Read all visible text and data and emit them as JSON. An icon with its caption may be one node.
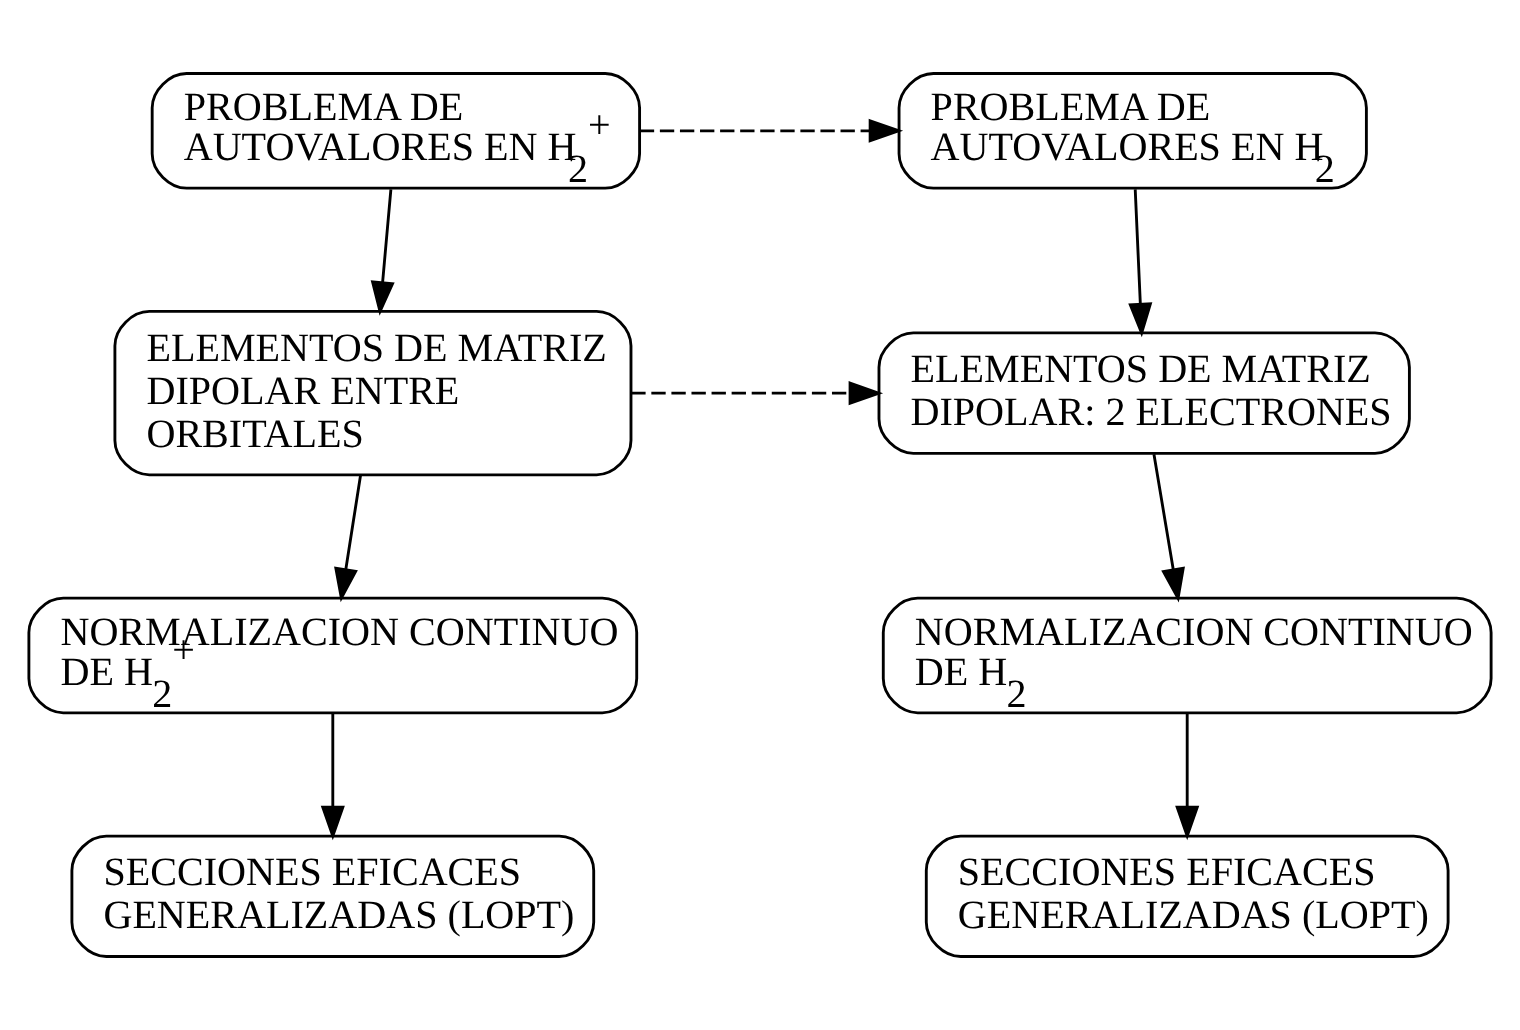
{
  "diagram": {
    "nodes": [
      {
        "text": [
          "PROBLEMA DE AUTOVALORES EN H$_{2}$$^{+}$"
        ]
      },
      {
        "text": [
          "PROBLEMA DE AUTOVALORES EN H$_{2}$"
        ]
      },
      {
        "text": [
          "ELEMENTOS DE MATRIZ DIPOLAR ENTRE ORBITALES"
        ]
      },
      {
        "text": [
          "ELEMENTOS DE MATRIZ DIPOLAR: 2 ELECTRONES"
        ]
      },
      {
        "text": [
          "NORMALIZACION CONTINUO DE H$_{2}$$^{+}$"
        ]
      },
      {
        "text": [
          "NORMALIZACION CONTINUO DE H$_{2}$"
        ]
      },
      {
        "text": [
          "SECCIONES EFICACES GENERALIZADAS (LOPT)"
        ]
      },
      {
        "text": [
          "SECCIONES EFICACES GENERALIZADAS (LOPT)"
        ]
      }
    ],
    "edges": [
      {
        "from": 0,
        "to": 1,
        "arrow": "to",
        "style": "dashed"
      },
      {
        "from": 0,
        "to": 2,
        "arrow": "to"
      },
      {
        "from": 1,
        "to": 3,
        "arrow": "to"
      },
      {
        "from": 2,
        "to": 3,
        "arrow": "to",
        "style": "dashed"
      },
      {
        "from": 2,
        "to": 4,
        "arrow": "to"
      },
      {
        "from": 3,
        "to": 5,
        "arrow": "to"
      },
      {
        "from": 4,
        "to": 6,
        "arrow": "to"
      },
      {
        "from": 5,
        "to": 7,
        "arrow": "to"
      }
    ]
  }
}
